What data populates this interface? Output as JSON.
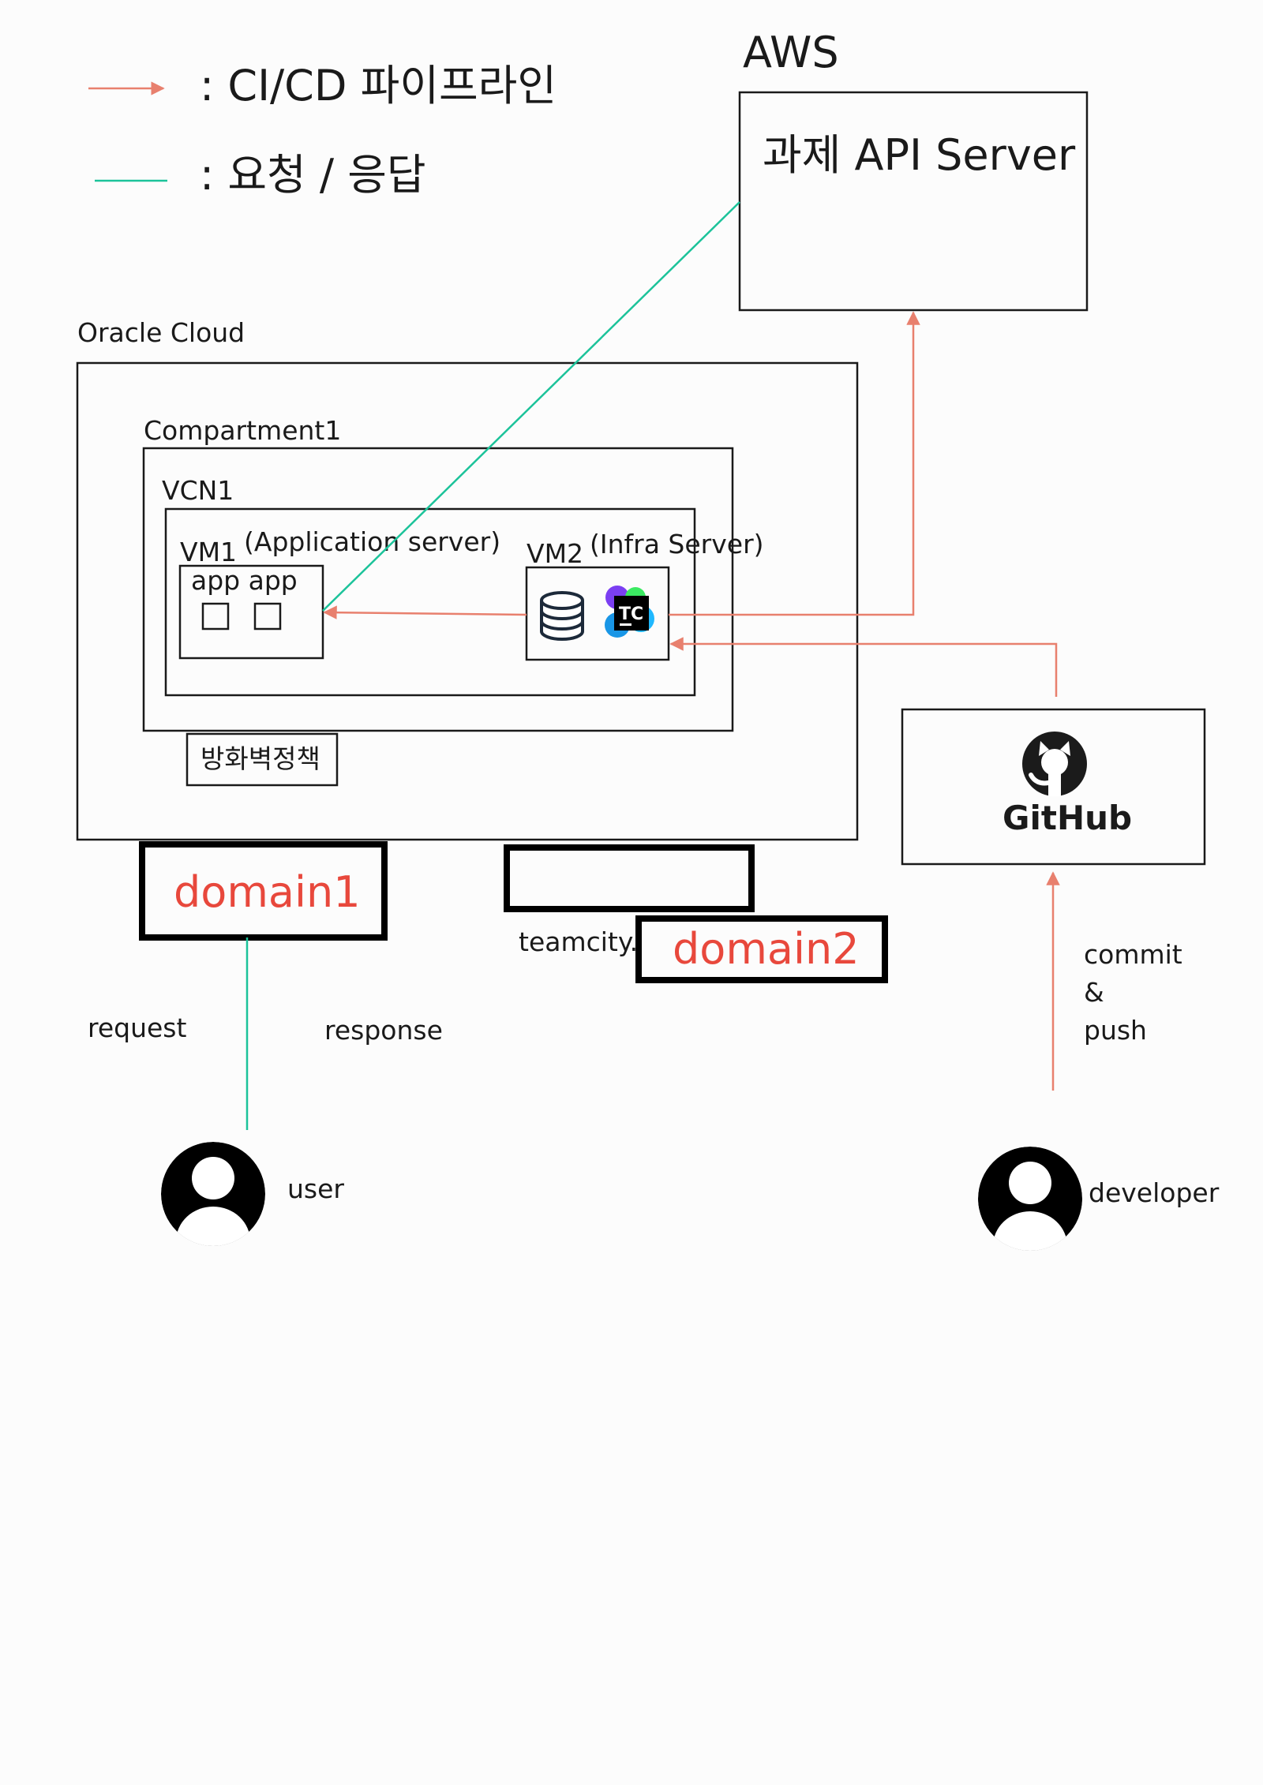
{
  "legend": {
    "pipeline_label": ": CI/CD 파이프라인",
    "request_label": ": 요청 / 응답",
    "pipeline_color": "#e8806e",
    "request_color": "#1cc39a"
  },
  "aws": {
    "title": "AWS",
    "server_label": "과제 API Server"
  },
  "oracle": {
    "title": "Oracle Cloud",
    "compartment": "Compartment1",
    "vcn": "VCN1",
    "vm1_name": "VM1",
    "vm1_role": "(Application server)",
    "vm1_apps": "app app",
    "vm2_name": "VM2",
    "vm2_role": "(Infra Server)",
    "firewall": "방화벽정책"
  },
  "domains": {
    "domain1": "domain1",
    "domain2": "domain2",
    "teamcity_prefix": "teamcity."
  },
  "github": {
    "logo_text": "GitHub"
  },
  "teamcity": {
    "logo_text": "TC"
  },
  "actors": {
    "request": "request",
    "response": "response",
    "user": "user",
    "developer": "developer",
    "commit": "commit",
    "amp": "&",
    "push": "push"
  }
}
